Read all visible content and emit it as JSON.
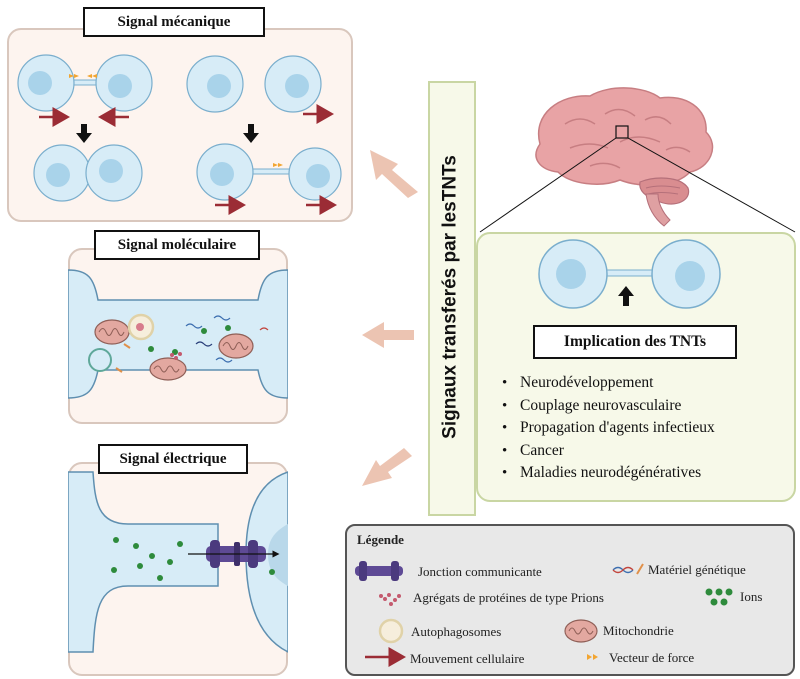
{
  "panels": {
    "mechanical": {
      "title": "Signal mécanique"
    },
    "molecular": {
      "title": "Signal moléculaire"
    },
    "electrical": {
      "title": "Signal électrique"
    }
  },
  "center_label": "Signaux transferés par lesTNTs",
  "implication": {
    "title": "Implication des TNTs",
    "items": [
      "Neurodéveloppement",
      "Couplage neurovasculaire",
      "Propagation d'agents infectieux",
      "Cancer",
      "Maladies neurodégénératives"
    ]
  },
  "legend": {
    "title": "Légende",
    "gap_junction": "Jonction communicante",
    "genetic_material": "Matériel génétique",
    "prion_aggregates": "Agrégats de protéines de type Prions",
    "ions": "Ions",
    "autophagosomes": "Autophagosomes",
    "mitochondria": "Mitochondrie",
    "cell_movement": "Mouvement cellulaire",
    "force_vector": "Vecteur de force"
  },
  "colors": {
    "cell_fill": "#d7ecf7",
    "cell_stroke": "#7aaecd",
    "nucleus": "#a9d3ea",
    "movement_arrow": "#9b2c35",
    "force_arrow": "#f2a531",
    "panel_fill": "#fdf4ef",
    "implication_fill": "#f7f9e9",
    "implication_stroke": "#c9d6a3",
    "brain": "#e8a3a5",
    "gap_junction": "#5e4a95",
    "ion": "#2e8b3c",
    "transfer_arrow": "#ecc4b2"
  }
}
